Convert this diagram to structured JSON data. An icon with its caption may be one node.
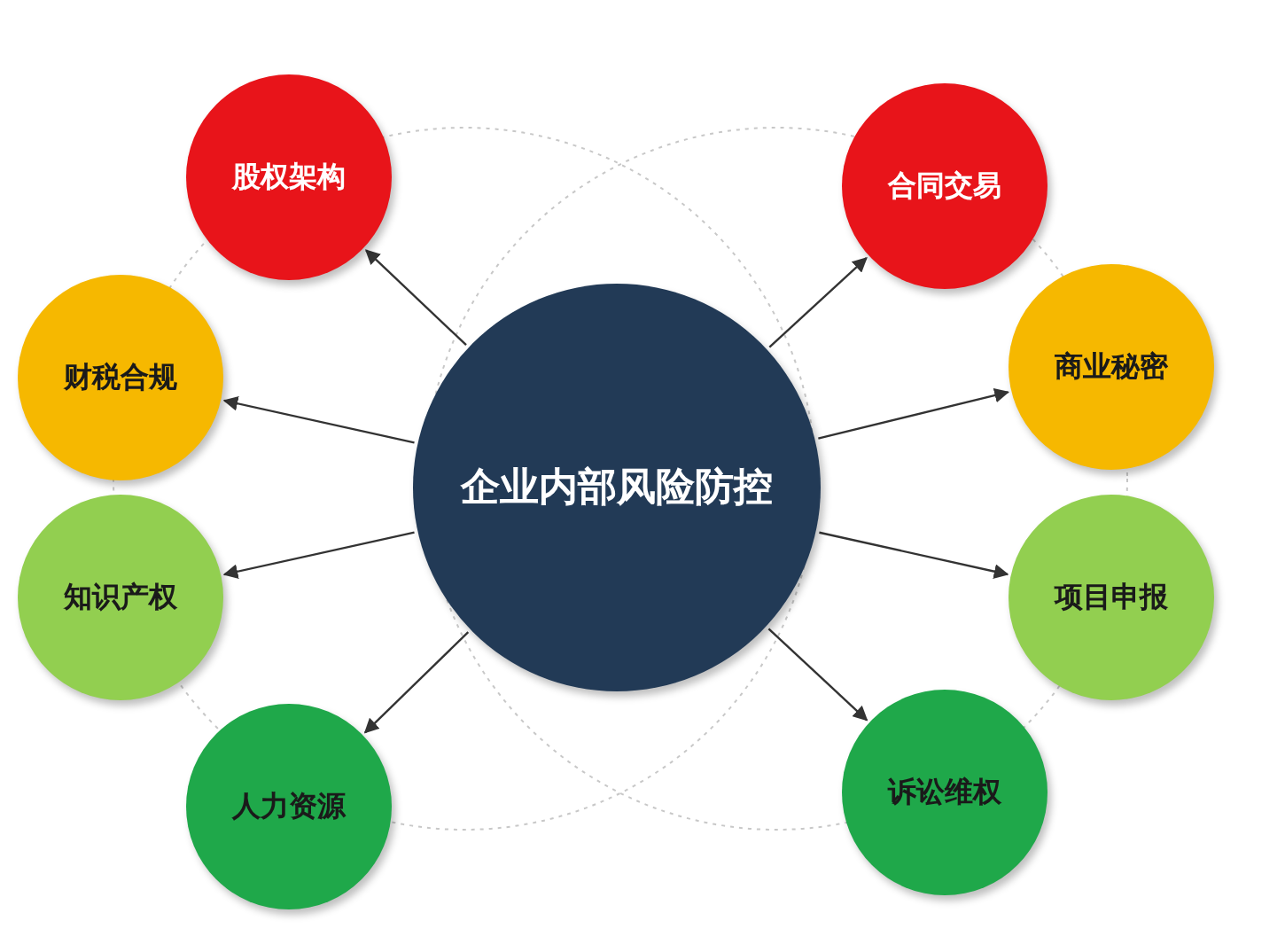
{
  "diagram": {
    "nodes": [
      {
        "text": [
          "企业内部风险防控"
        ]
      },
      {
        "text": [
          "股权架构"
        ]
      },
      {
        "text": [
          "合同交易"
        ]
      },
      {
        "text": [
          "财税合规"
        ]
      },
      {
        "text": [
          "商业秘密"
        ]
      },
      {
        "text": [
          "知识产权"
        ]
      },
      {
        "text": [
          "项目申报"
        ]
      },
      {
        "text": [
          "人力资源"
        ]
      },
      {
        "text": [
          "诉讼维权"
        ]
      }
    ],
    "edges": [
      {
        "from": 0,
        "to": 1,
        "arrow": "to"
      },
      {
        "from": 0,
        "to": 2,
        "arrow": "to"
      },
      {
        "from": 0,
        "to": 3,
        "arrow": "to"
      },
      {
        "from": 0,
        "to": 4,
        "arrow": "to"
      },
      {
        "from": 0,
        "to": 5,
        "arrow": "to"
      },
      {
        "from": 0,
        "to": 6,
        "arrow": "to"
      },
      {
        "from": 0,
        "to": 7,
        "arrow": "to"
      },
      {
        "from": 0,
        "to": 8,
        "arrow": "to"
      }
    ]
  }
}
